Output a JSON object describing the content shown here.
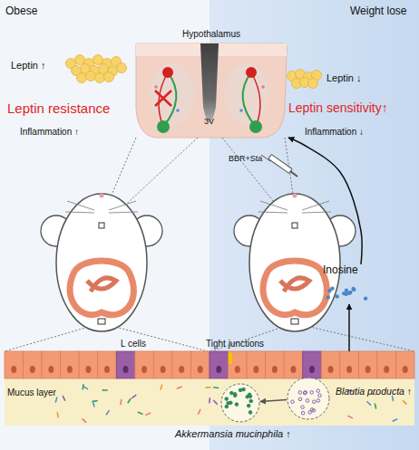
{
  "diagram": {
    "nodes": [
      {
        "text": [
          "Hypothalamus"
        ]
      },
      {
        "text": [
          "Inosine"
        ]
      },
      {
        "text": [
          "L cells",
          "Tight junctions",
          "Mucus layer"
        ]
      },
      {
        "text": [
          "Akkermansia mucinphila ↑"
        ],
        "in": 2
      },
      {
        "text": [
          "Blautia producta ↑"
        ],
        "in": 2
      }
    ],
    "edges": [
      {
        "from": 4,
        "to": 3,
        "arrow": "to"
      },
      {
        "from": 2,
        "to": 1,
        "arrow": "to"
      },
      {
        "from": 1,
        "to": 0,
        "arrow": "to"
      }
    ],
    "labels": [
      "Obese",
      "Weight lose",
      "Leptin ↑",
      "Leptin resistance",
      "Inflammation ↑",
      "Leptin ↓",
      "Leptin sensitivity↑",
      "Inflammation ↓",
      "3V",
      "BBR+Sta"
    ]
  }
}
